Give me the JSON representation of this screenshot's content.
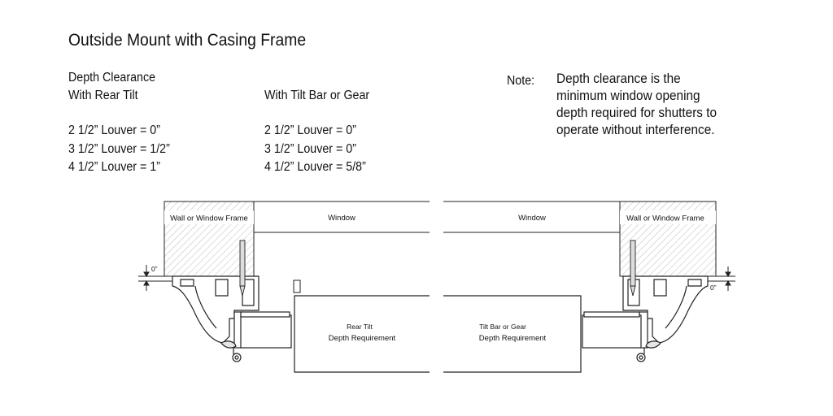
{
  "title": "Outside Mount with Casing Frame",
  "rear_tilt": {
    "heading_line1": "Depth Clearance",
    "heading_line2": "With Rear Tilt",
    "rows": [
      "2 1/2” Louver = 0”",
      "3 1/2” Louver = 1/2”",
      "4 1/2” Louver = 1”"
    ]
  },
  "tilt_bar": {
    "heading": "With Tilt Bar or Gear",
    "rows": [
      "2 1/2” Louver = 0”",
      "3 1/2” Louver = 0”",
      "4 1/2” Louver = 5/8”"
    ]
  },
  "note": {
    "label": "Note:",
    "lines": [
      "Depth clearance is the",
      "minimum window opening",
      "depth required for shutters to",
      "operate without interference."
    ]
  },
  "diagram": {
    "left_frame_label": "Wall or Window Frame",
    "right_frame_label": "Wall or Window Frame",
    "left_window_label": "Window",
    "right_window_label": "Window",
    "left_box_line1": "Rear Tilt",
    "left_box_line2": "Depth Requirement",
    "right_box_line1": "Tilt Bar or Gear",
    "right_box_line2": "Depth Requirement",
    "left_dim_label": "0”",
    "right_dim_label": "0”"
  }
}
